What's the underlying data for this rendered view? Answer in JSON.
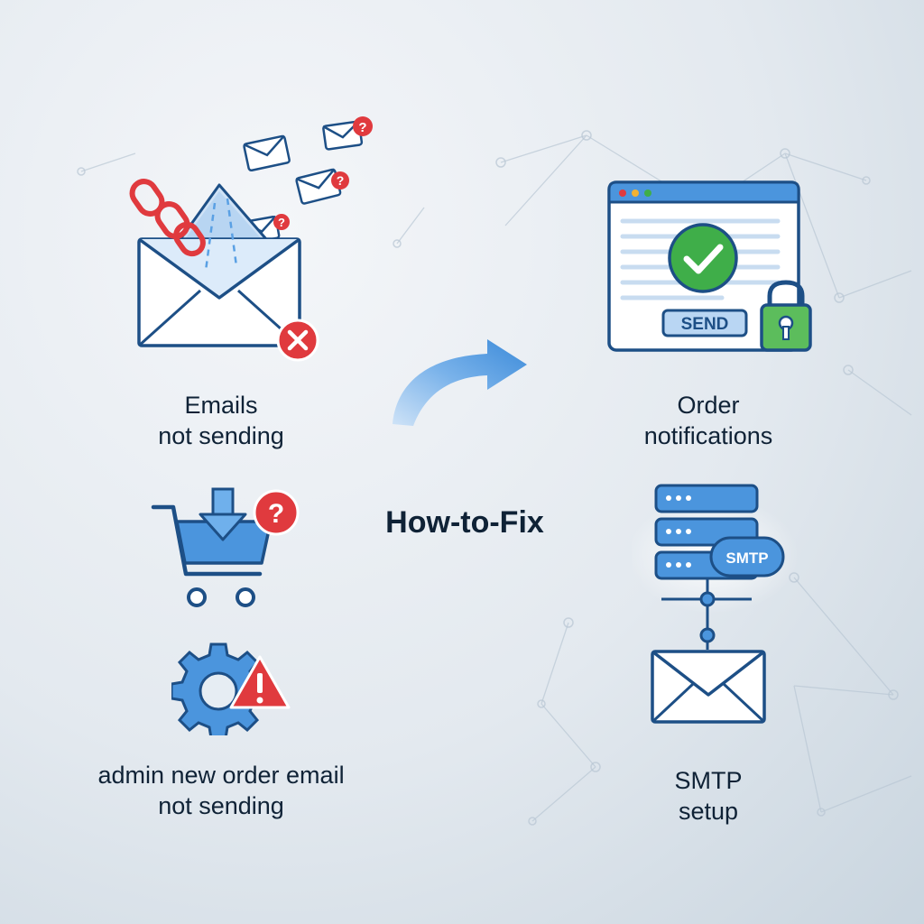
{
  "center": {
    "title": "How-to-Fix"
  },
  "problems": [
    {
      "id": "emails",
      "line1": "Emails",
      "line2": "not sending",
      "icon": "broken-envelope-icon"
    },
    {
      "id": "cart",
      "icon": "cart-question-icon"
    },
    {
      "id": "admin",
      "line1": "admin new order email",
      "line2": "not sending",
      "icon": "gear-warning-icon"
    }
  ],
  "solutions": [
    {
      "id": "order",
      "line1": "Order",
      "line2": "notifications",
      "icon": "browser-check-lock-icon",
      "button_label": "SEND"
    },
    {
      "id": "smtp",
      "line1": "SMTP",
      "line2": "setup",
      "icon": "smtp-server-icon",
      "badge_label": "SMTP"
    }
  ],
  "colors": {
    "primary": "#3b8ad9",
    "dark_stroke": "#1d4f86",
    "danger": "#e03a3e",
    "success": "#3fae49",
    "text": "#0f2236"
  }
}
